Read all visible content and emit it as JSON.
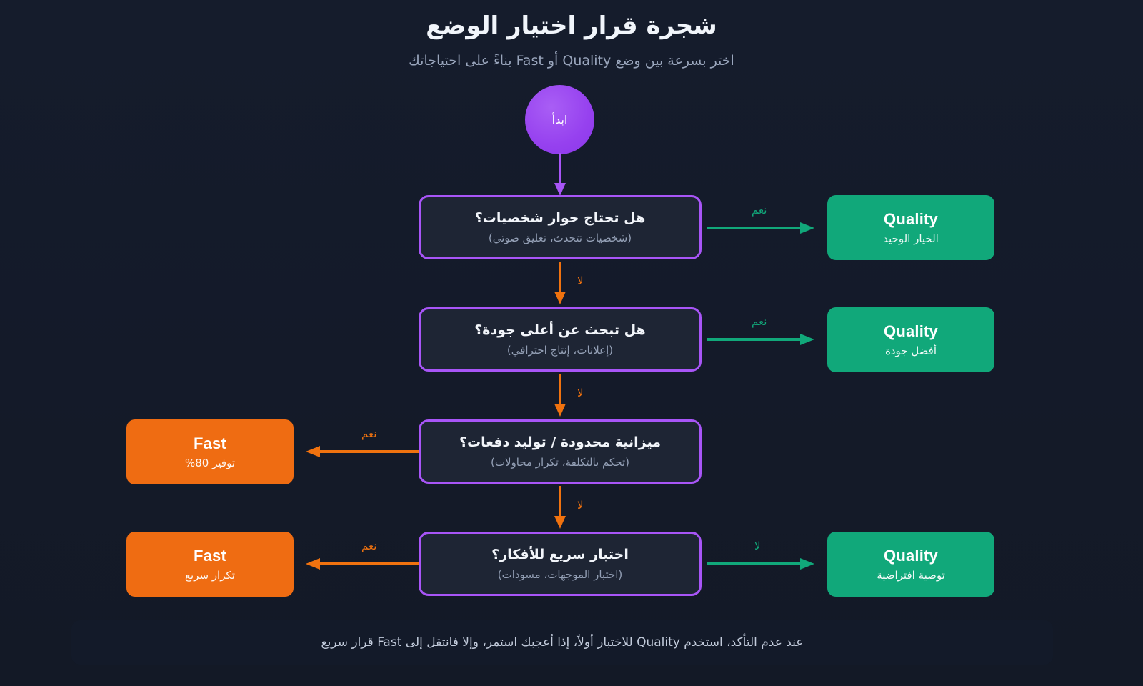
{
  "header": {
    "title": "شجرة قرار اختيار الوضع",
    "subtitle": "اختر بسرعة بين وضع Quality أو Fast بناءً على احتياجاتك"
  },
  "start_node": {
    "label": "ابدأ"
  },
  "decisions": [
    {
      "id": "dialogue",
      "title": "هل تحتاج حوار شخصيات؟",
      "subtitle": "(شخصيات تتحدث، تعليق صوتي)"
    },
    {
      "id": "top-quality",
      "title": "هل تبحث عن أعلى جودة؟",
      "subtitle": "(إعلانات، إنتاج احترافي)"
    },
    {
      "id": "budget",
      "title": "ميزانية محدودة / توليد دفعات؟",
      "subtitle": "(تحكم بالتكلفة، تكرار محاولات)"
    },
    {
      "id": "quick-test",
      "title": "اختبار سريع للأفكار؟",
      "subtitle": "(اختبار الموجهات، مسودات)"
    }
  ],
  "outcomes": [
    {
      "id": "quality-only",
      "mode": "Quality",
      "note": "الخيار الوحيد",
      "color": "#11a87a"
    },
    {
      "id": "quality-best",
      "mode": "Quality",
      "note": "أفضل جودة",
      "color": "#11a87a"
    },
    {
      "id": "fast-savings",
      "mode": "Fast",
      "note": "توفير 80%",
      "color": "#ef6c12"
    },
    {
      "id": "fast-iteration",
      "mode": "Fast",
      "note": "تكرار سريع",
      "color": "#ef6c12"
    },
    {
      "id": "quality-default",
      "mode": "Quality",
      "note": "توصية افتراضية",
      "color": "#11a87a"
    }
  ],
  "edge_labels": {
    "yes_1": "نعم",
    "no_1": "لا",
    "yes_2": "نعم",
    "no_2": "لا",
    "yes_3": "نعم",
    "no_3": "لا",
    "yes_4": "نعم",
    "no_4": "لا"
  },
  "footer": {
    "text": "عند عدم التأكد، استخدم Quality للاختبار أولاً، إذا أعجبك استمر، وإلا فانتقل إلى Fast قرار سريع"
  },
  "palette": {
    "background": "#141b2b",
    "decision_border": "#a855f7",
    "decision_fill": "#1e2534",
    "start_fill": "#9641ef",
    "green": "#11a87a",
    "orange": "#ef6c12",
    "text_primary": "#f2f5fa",
    "text_muted": "#94a0b6"
  }
}
